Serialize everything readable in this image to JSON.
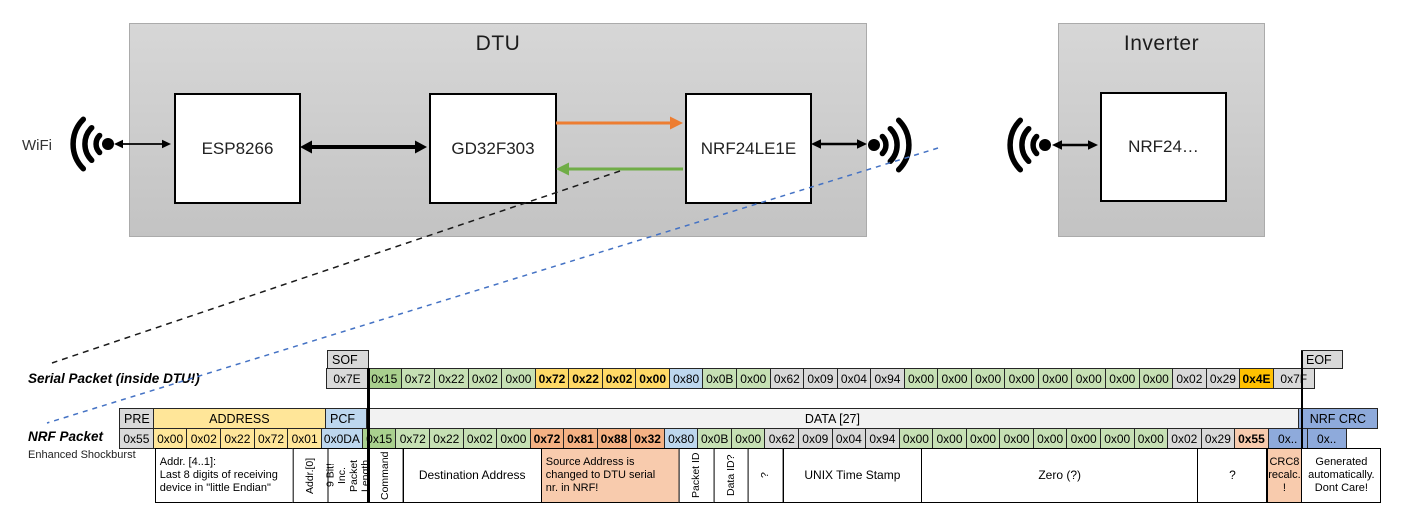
{
  "diagram": {
    "wifi_label": "WiFi",
    "dtu": {
      "title": "DTU",
      "components": [
        "ESP8266",
        "GD32F303",
        "NRF24LE1E"
      ]
    },
    "inverter": {
      "title": "Inverter",
      "components": [
        "NRF24…"
      ]
    },
    "colors": {
      "uart_tx_arrow": "#ED7D31",
      "uart_rx_arrow": "#70AD47",
      "wireless_link_dash": "#4472C4",
      "serial_link_dash": "#1a1a1a",
      "black_arrow": "#000000"
    }
  },
  "palette": {
    "gray": "#D9D9D9",
    "lightgray": "#F2F2F2",
    "yellow": "#FFE699",
    "gold": "#FFD966",
    "amber": "#FFC000",
    "green_dark": "#A9D08E",
    "green_light": "#C6E0B4",
    "blue_light": "#BDD7EE",
    "blue_crc": "#8EAADB",
    "salmon": "#F4B183",
    "salmon_light": "#F8CBAD",
    "white": "#FFFFFF"
  },
  "serial_packet": {
    "label": "Serial Packet (inside DTU!)",
    "sof_header": "SOF",
    "eof_header": "EOF",
    "sof_value": "0x7E",
    "eof_value": "0x7F",
    "bytes": [
      {
        "v": "0x15",
        "c": "green_dark"
      },
      {
        "v": "0x72",
        "c": "green_light"
      },
      {
        "v": "0x22",
        "c": "green_light"
      },
      {
        "v": "0x02",
        "c": "green_light"
      },
      {
        "v": "0x00",
        "c": "green_light"
      },
      {
        "v": "0x72",
        "c": "gold",
        "b": true
      },
      {
        "v": "0x22",
        "c": "gold",
        "b": true
      },
      {
        "v": "0x02",
        "c": "gold",
        "b": true
      },
      {
        "v": "0x00",
        "c": "gold",
        "b": true
      },
      {
        "v": "0x80",
        "c": "blue_light"
      },
      {
        "v": "0x0B",
        "c": "green_light"
      },
      {
        "v": "0x00",
        "c": "green_light"
      },
      {
        "v": "0x62",
        "c": "gray"
      },
      {
        "v": "0x09",
        "c": "gray"
      },
      {
        "v": "0x04",
        "c": "gray"
      },
      {
        "v": "0x94",
        "c": "gray"
      },
      {
        "v": "0x00",
        "c": "green_light"
      },
      {
        "v": "0x00",
        "c": "green_light"
      },
      {
        "v": "0x00",
        "c": "green_light"
      },
      {
        "v": "0x00",
        "c": "green_light"
      },
      {
        "v": "0x00",
        "c": "green_light"
      },
      {
        "v": "0x00",
        "c": "green_light"
      },
      {
        "v": "0x00",
        "c": "green_light"
      },
      {
        "v": "0x00",
        "c": "green_light"
      },
      {
        "v": "0x02",
        "c": "gray"
      },
      {
        "v": "0x29",
        "c": "gray"
      },
      {
        "v": "0x4E",
        "c": "amber",
        "b": true
      }
    ]
  },
  "nrf_packet": {
    "label": "NRF Packet",
    "sublabel": "Enhanced Shockburst",
    "pre_header": "PRE",
    "address_header": "ADDRESS",
    "pcf_header": "PCF",
    "data_header": "DATA [27]",
    "crc_header": "NRF CRC",
    "pre_value": {
      "v": "0x55",
      "c": "gray"
    },
    "address_bytes": [
      {
        "v": "0x00",
        "c": "yellow"
      },
      {
        "v": "0x02",
        "c": "yellow"
      },
      {
        "v": "0x22",
        "c": "yellow"
      },
      {
        "v": "0x72",
        "c": "yellow"
      },
      {
        "v": "0x01",
        "c": "yellow"
      }
    ],
    "pcf_value": {
      "v": "0x0DA",
      "c": "blue_light"
    },
    "data_bytes": [
      {
        "v": "0x15",
        "c": "green_dark"
      },
      {
        "v": "0x72",
        "c": "green_light"
      },
      {
        "v": "0x22",
        "c": "green_light"
      },
      {
        "v": "0x02",
        "c": "green_light"
      },
      {
        "v": "0x00",
        "c": "green_light"
      },
      {
        "v": "0x72",
        "c": "salmon",
        "b": true
      },
      {
        "v": "0x81",
        "c": "salmon",
        "b": true
      },
      {
        "v": "0x88",
        "c": "salmon",
        "b": true
      },
      {
        "v": "0x32",
        "c": "salmon",
        "b": true
      },
      {
        "v": "0x80",
        "c": "blue_light"
      },
      {
        "v": "0x0B",
        "c": "green_light"
      },
      {
        "v": "0x00",
        "c": "green_light"
      },
      {
        "v": "0x62",
        "c": "gray"
      },
      {
        "v": "0x09",
        "c": "gray"
      },
      {
        "v": "0x04",
        "c": "gray"
      },
      {
        "v": "0x94",
        "c": "gray"
      },
      {
        "v": "0x00",
        "c": "green_light"
      },
      {
        "v": "0x00",
        "c": "green_light"
      },
      {
        "v": "0x00",
        "c": "green_light"
      },
      {
        "v": "0x00",
        "c": "green_light"
      },
      {
        "v": "0x00",
        "c": "green_light"
      },
      {
        "v": "0x00",
        "c": "green_light"
      },
      {
        "v": "0x00",
        "c": "green_light"
      },
      {
        "v": "0x00",
        "c": "green_light"
      },
      {
        "v": "0x02",
        "c": "gray"
      },
      {
        "v": "0x29",
        "c": "gray"
      },
      {
        "v": "0x55",
        "c": "salmon_light",
        "b": true
      }
    ],
    "crc_bytes": [
      {
        "v": "0x..",
        "c": "blue_crc"
      },
      {
        "v": "0x..",
        "c": "blue_crc"
      }
    ]
  },
  "annotations": [
    {
      "id": "addr41",
      "text": "Addr. [4..1]:\nLast 8 digits of receiving\ndevice in \"little Endian\"",
      "align": "left",
      "small": true
    },
    {
      "id": "addr0",
      "text": "Addr.[0]",
      "rot": true
    },
    {
      "id": "pcf_note",
      "text": "9 Bit!\nInc. Packet\nLength",
      "rot": true
    },
    {
      "id": "command",
      "text": "Command",
      "rot": true
    },
    {
      "id": "dest",
      "text": "Destination Address"
    },
    {
      "id": "src",
      "text": "Source Address is\nchanged to DTU serial\nnr. in NRF!",
      "align": "left",
      "small": true,
      "bg": "salmon_light"
    },
    {
      "id": "packet_id",
      "text": "Packet ID",
      "rot": true
    },
    {
      "id": "data_id",
      "text": "Data ID?",
      "rot": true
    },
    {
      "id": "q1",
      "text": "?",
      "rot": true
    },
    {
      "id": "unix",
      "text": "UNIX Time Stamp"
    },
    {
      "id": "zero",
      "text": "Zero (?)"
    },
    {
      "id": "q2",
      "text": "?"
    },
    {
      "id": "crc8",
      "text": "CRC8\nrecalc.\n!",
      "small": true,
      "bg": "salmon_light"
    },
    {
      "id": "generated",
      "text": "Generated\nautomatically.\nDont Care!",
      "small": true
    }
  ]
}
